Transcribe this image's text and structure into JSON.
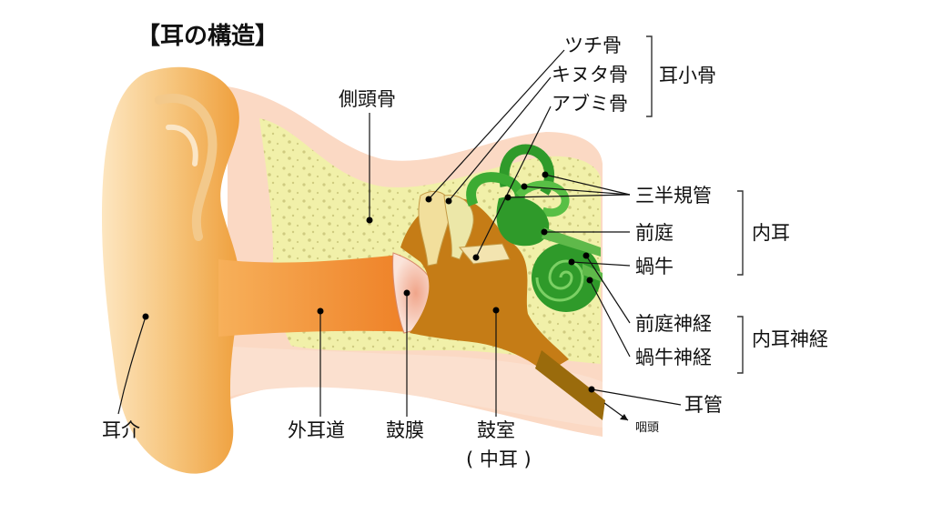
{
  "title": "【耳の構造】",
  "labels": {
    "tsuchi": "ツチ骨",
    "kinuta": "キヌタ骨",
    "abumi": "アブミ骨",
    "ossicles": "耳小骨",
    "temporal": "側頭骨",
    "canals": "三半規管",
    "vestibule": "前庭",
    "cochlea": "蝸牛",
    "inner_ear": "内耳",
    "vest_nerve": "前庭神経",
    "coch_nerve": "蝸牛神経",
    "inner_nerve": "内耳神経",
    "tube": "耳管",
    "pharynx": "咽頭",
    "auricle": "耳介",
    "canal": "外耳道",
    "drum": "鼓膜",
    "tympanic": "鼓室",
    "middle_ear": "( 中耳 )"
  },
  "colors": {
    "auricle": "#f2b55a",
    "auricle_light": "#fde2b8",
    "skin": "#f9d8c2",
    "bone": "#f1f0a9",
    "bone_dots": "#d8d58c",
    "canal": "#ef8a35",
    "cavity": "#c47a12",
    "tube": "#9c6d0c",
    "inner_ear": "#2f9a2a",
    "inner_ear_light": "#63c450",
    "ossicle": "#f2e1a0"
  }
}
